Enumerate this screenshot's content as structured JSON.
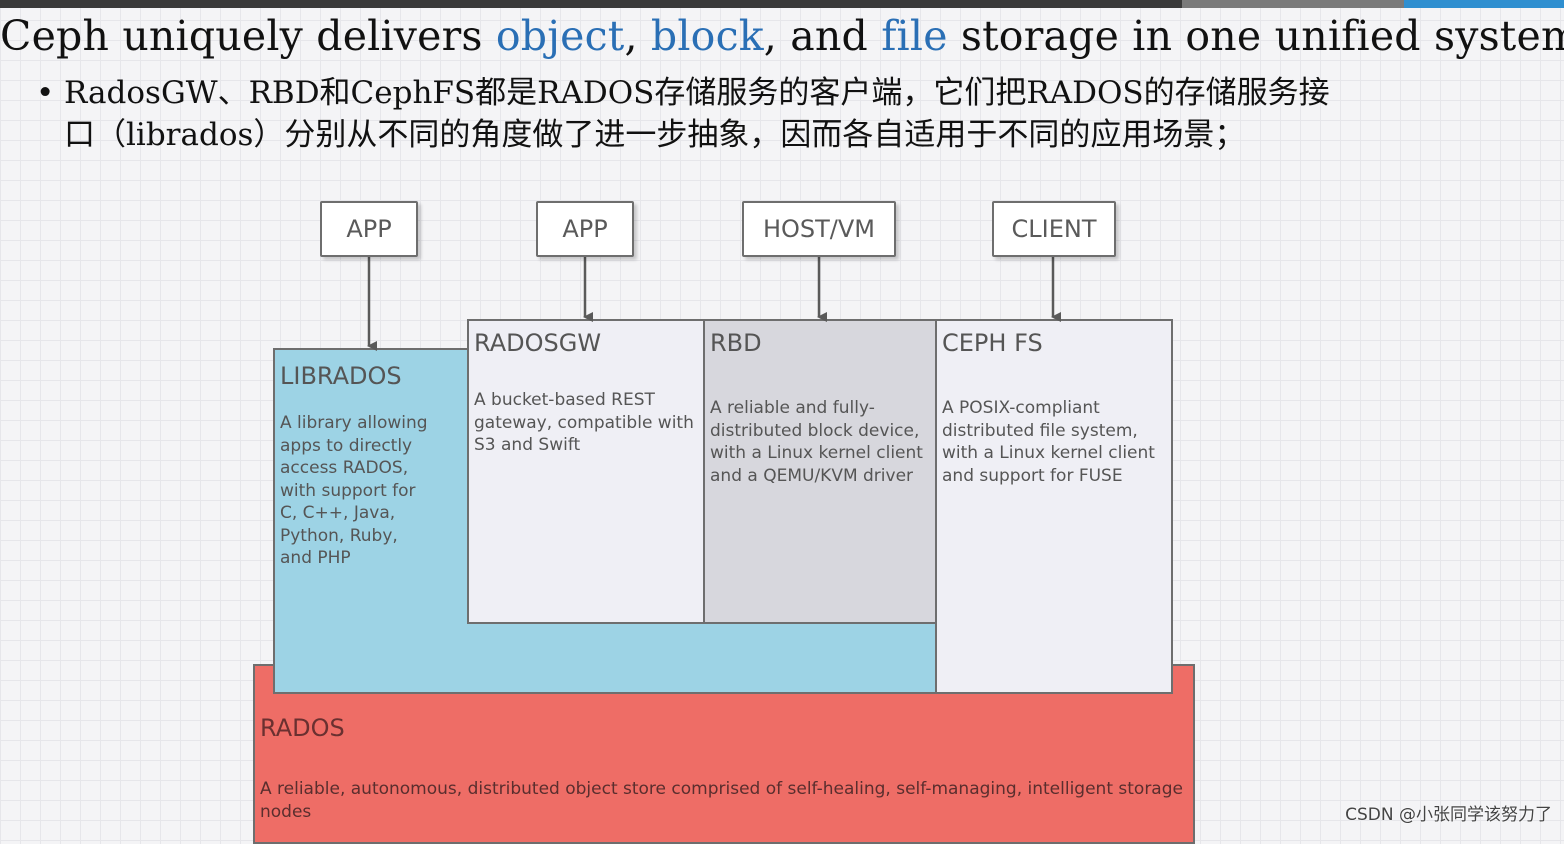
{
  "headline": {
    "part1": "Ceph uniquely delivers ",
    "object": "object",
    "sep1": ", ",
    "block": "block",
    "sep2": ", and ",
    "file": "file",
    "part2": " storage in one unified system."
  },
  "bullet": {
    "mark": "•",
    "line1": "RadosGW、RBD和CephFS都是RADOS存储服务的客户端，它们把RADOS的存储服务接",
    "line2": "口（librados）分别从不同的角度做了进一步抽象，因而各自适用于不同的应用场景；"
  },
  "diagram": {
    "clients": [
      "APP",
      "APP",
      "HOST/VM",
      "CLIENT"
    ],
    "librados": {
      "title": "LIBRADOS",
      "lines": [
        "A library allowing",
        "apps to directly",
        "access RADOS,",
        "with support for",
        "C, C++, Java,",
        "Python, Ruby,",
        "and PHP"
      ]
    },
    "radosgw": {
      "title": "RADOSGW",
      "lines": [
        "A bucket-based REST",
        "gateway, compatible with",
        "S3 and Swift"
      ]
    },
    "rbd": {
      "title": "RBD",
      "lines": [
        "A reliable and fully-",
        "distributed block device,",
        "with a Linux kernel client",
        "and a QEMU/KVM driver"
      ]
    },
    "cephfs": {
      "title": "CEPH FS",
      "lines": [
        "A POSIX-compliant",
        "distributed file system,",
        "with a Linux kernel client",
        "and support for FUSE"
      ]
    },
    "rados": {
      "title": "RADOS",
      "desc": "A reliable, autonomous, distributed object store comprised of self-healing, self-managing, intelligent storage nodes"
    }
  },
  "colors": {
    "highlight": "#2a6fb5",
    "librados": "#9dd3e5",
    "rados": "#ee6d66",
    "rbd": "#d7d7dd",
    "light_box": "#efeff5"
  },
  "watermark": "CSDN @小张同学该努力了"
}
